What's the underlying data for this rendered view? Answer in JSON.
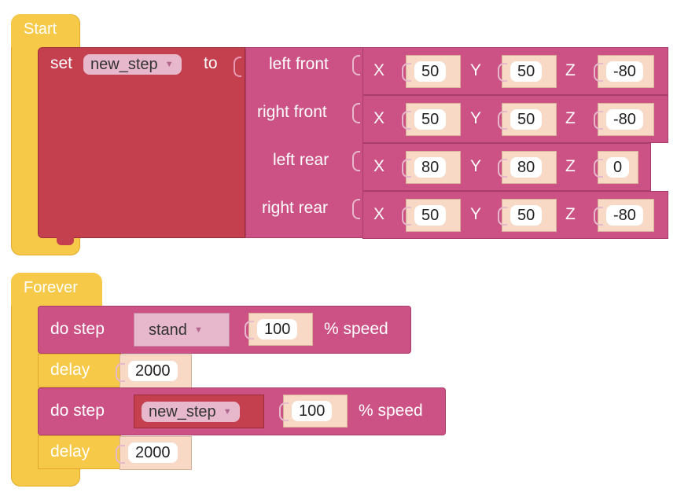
{
  "start_block": {
    "label": "Start",
    "set": {
      "prefix": "set",
      "variable": "new_step",
      "suffix": "to"
    },
    "legs": [
      {
        "label": "left front",
        "x": "50",
        "y": "50",
        "z": "-80"
      },
      {
        "label": "right front",
        "x": "50",
        "y": "50",
        "z": "-80"
      },
      {
        "label": "left rear",
        "x": "80",
        "y": "80",
        "z": "0"
      },
      {
        "label": "right rear",
        "x": "50",
        "y": "50",
        "z": "-80"
      }
    ],
    "axis_labels": {
      "x": "X",
      "y": "Y",
      "z": "Z"
    }
  },
  "forever_block": {
    "label": "Forever",
    "steps": [
      {
        "type": "do_step",
        "label": "do step",
        "step": "stand",
        "speed": "100",
        "speed_suffix": "% speed"
      },
      {
        "type": "delay",
        "label": "delay",
        "value": "2000"
      },
      {
        "type": "do_step",
        "label": "do step",
        "step": "new_step",
        "speed": "100",
        "speed_suffix": "% speed"
      },
      {
        "type": "delay",
        "label": "delay",
        "value": "2000"
      }
    ]
  },
  "colors": {
    "hat": "#f7c948",
    "set_block": "#c4404f",
    "pink_block": "#cc5286",
    "number_field": "#f7d9c6",
    "dropdown": "#e7b8cb"
  }
}
